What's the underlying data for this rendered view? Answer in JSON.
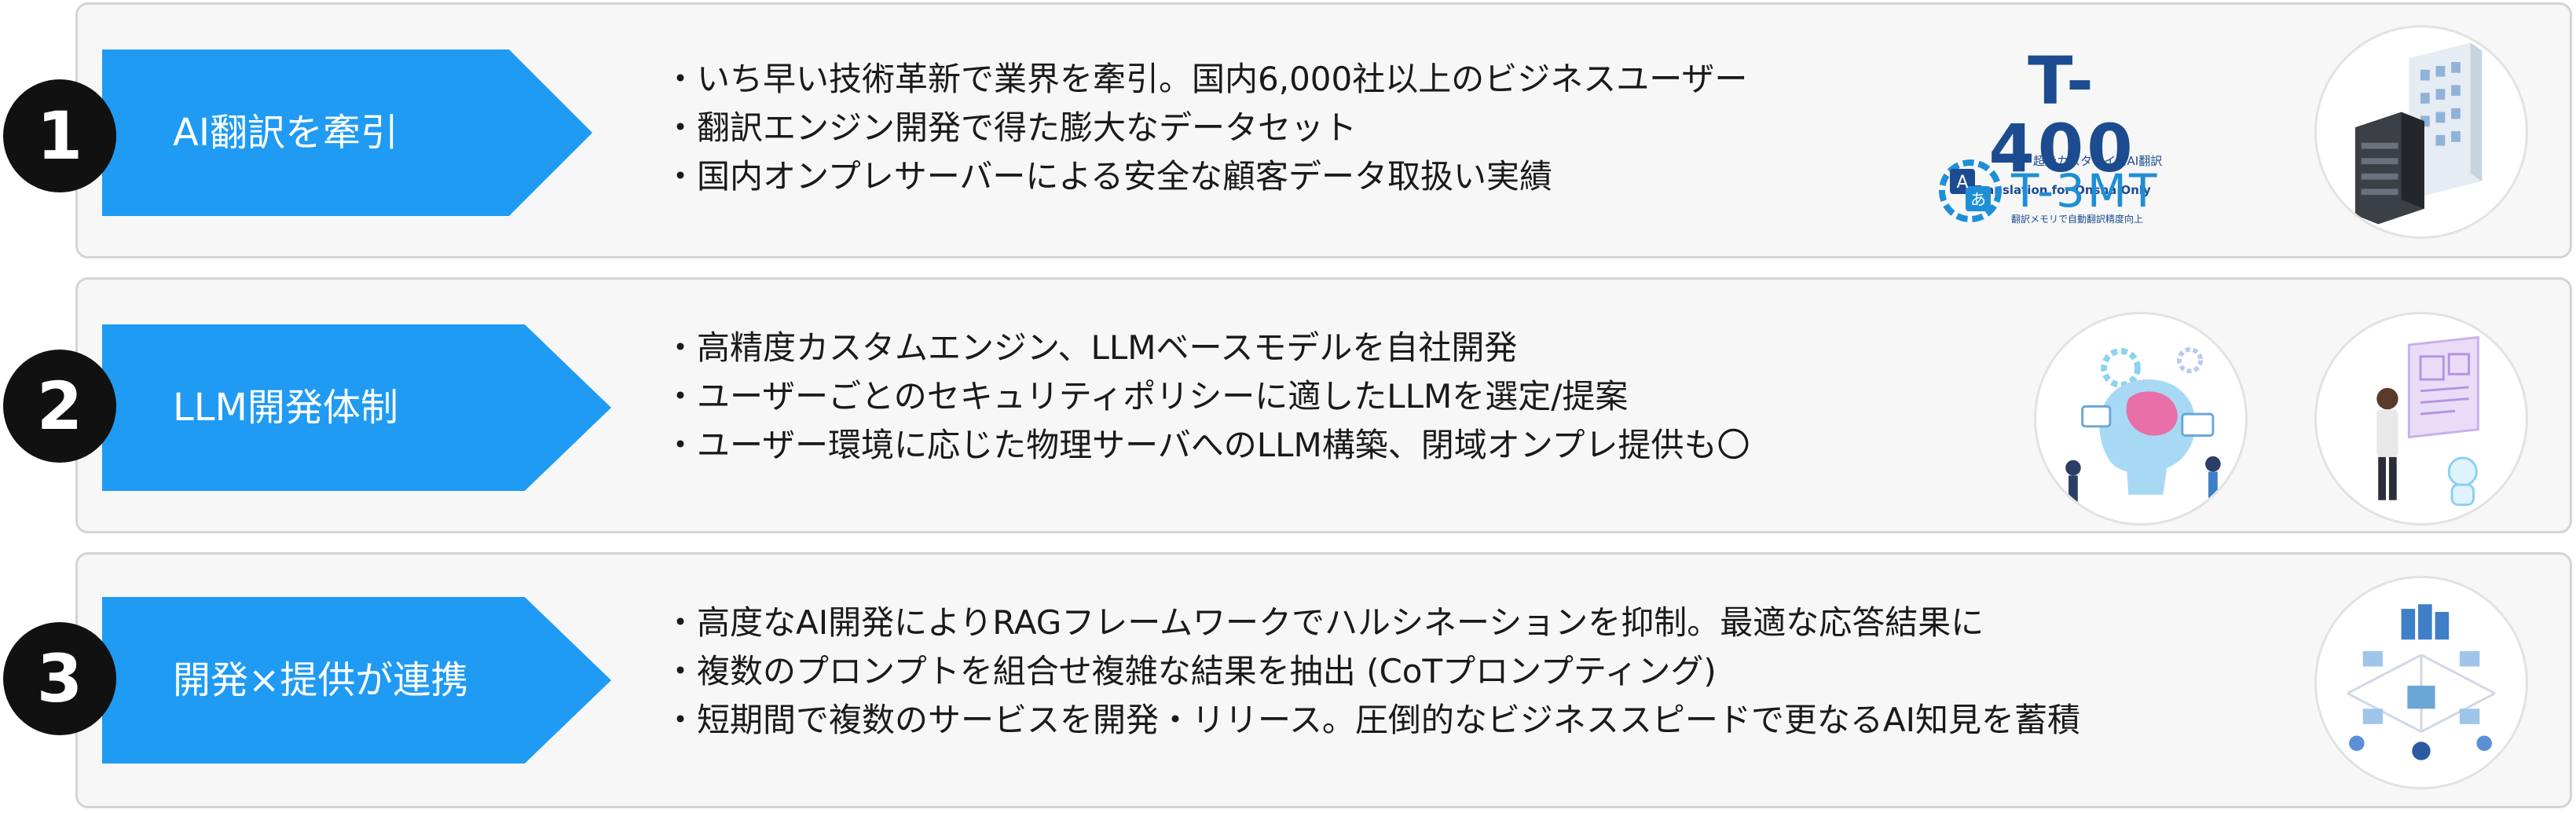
{
  "sections": [
    {
      "number": "1",
      "title": "AI翻訳を牽引",
      "bullets": [
        "いち早い技術革新で業界を牽引。国内6,000社以上のビジネスユーザー",
        "翻訳エンジン開発で得た膨大なデータセット",
        "国内オンプレサーバーによる安全な顧客データ取扱い実績"
      ]
    },
    {
      "number": "2",
      "title": "LLM開発体制",
      "bullets": [
        "高精度カスタムエンジン、LLMベースモデルを自社開発",
        "ユーザーごとのセキュリティポリシーに適したLLMを選定/提案",
        "ユーザー環境に応じた物理サーバへのLLM構築、閉域オンプレ提供も〇"
      ]
    },
    {
      "number": "3",
      "title": "開発×提供が連携",
      "bullets": [
        "高度なAI開発によりRAGフレームワークでハルシネーションを抑制。最適な応答結果に",
        "複数のプロンプトを組合せ複雑な結果を抽出 (CoTプロンプティング)",
        "短期間で複数のサービスを開発・リリース。圧倒的なビジネススピードで更なるAI知見を蓄積"
      ]
    }
  ],
  "bullet_mark": "・",
  "logos": {
    "t400": {
      "name": "T-400",
      "tagline": "Translation for Onsha Only"
    },
    "t3mt": {
      "name": "T-3MT",
      "top_caption": "超絶カスタマイズAI翻訳",
      "bottom_caption": "翻訳メモリで自動翻訳精度向上",
      "icon_glyphs": [
        "A",
        "あ"
      ]
    }
  },
  "icons": {
    "row1_circle": "server-building-icon",
    "row2_circle_a": "ai-brain-illustration-icon",
    "row2_circle_b": "person-robot-screen-icon",
    "row3_circle": "isometric-network-icon"
  },
  "colors": {
    "arrow": "#1f9bf3",
    "number_badge": "#111111",
    "card_background": "#f7f7f7",
    "card_border": "#d4d4d4",
    "logo_navy": "#1c4c8f",
    "logo_blue": "#1e8fd6"
  }
}
